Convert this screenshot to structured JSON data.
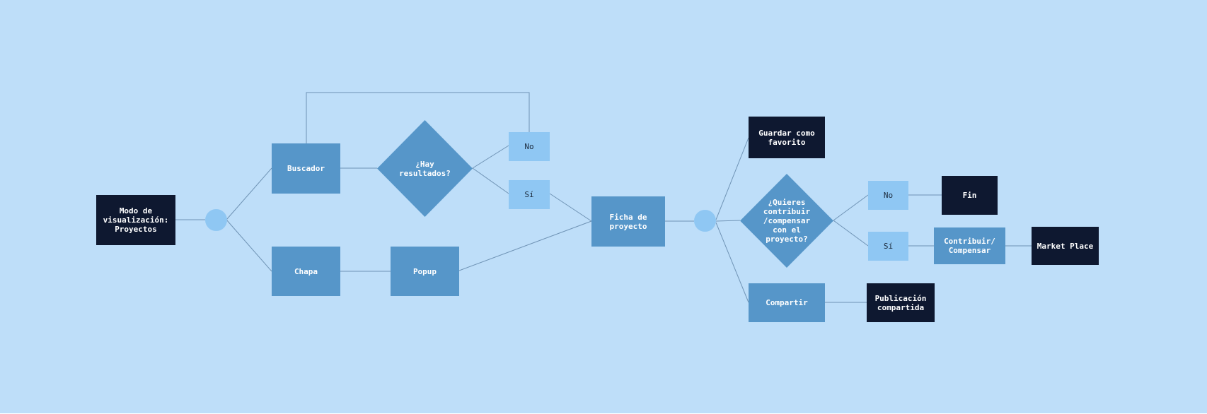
{
  "colors": {
    "background": "#bedef9",
    "dark_node": "#0e1830",
    "mid_node": "#5696c9",
    "light_node": "#8fc7f3",
    "line": "#6f93b5"
  },
  "nodes": {
    "modo": "Modo de\nvisualización:\nProyectos",
    "buscador": "Buscador",
    "hay_resultados": "¿Hay\nresultados?",
    "no_1": "No",
    "si_1": "Sí",
    "chapa": "Chapa",
    "popup": "Popup",
    "ficha": "Ficha de\nproyecto",
    "guardar": "Guardar como\nfavorito",
    "quieres": "¿Quieres\ncontribuir\n/compensar\ncon el\nproyecto?",
    "no_2": "No",
    "fin": "Fin",
    "si_2": "Sí",
    "contribuir": "Contribuir/\nCompensar",
    "market": "Market Place",
    "compartir": "Compartir",
    "publicacion": "Publicación\ncompartida"
  }
}
